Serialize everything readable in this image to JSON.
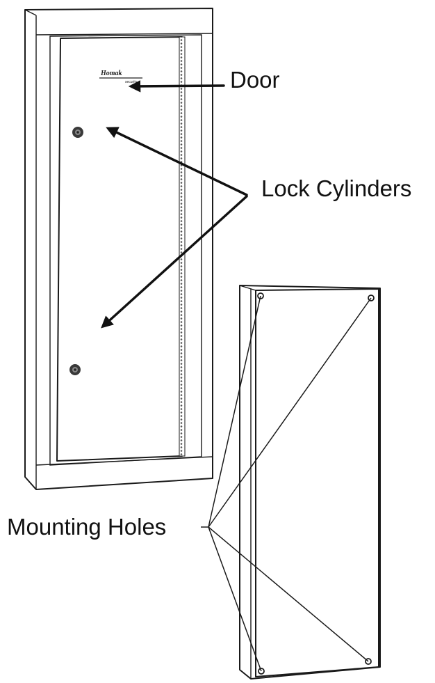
{
  "brand": {
    "logo_text": "Homak",
    "logo_subtext": "security"
  },
  "labels": {
    "door": "Door",
    "lock_cylinders": "Lock Cylinders",
    "mounting_holes": "Mounting Holes"
  },
  "colors": {
    "line": "#1a1a1a",
    "background": "#ffffff"
  }
}
